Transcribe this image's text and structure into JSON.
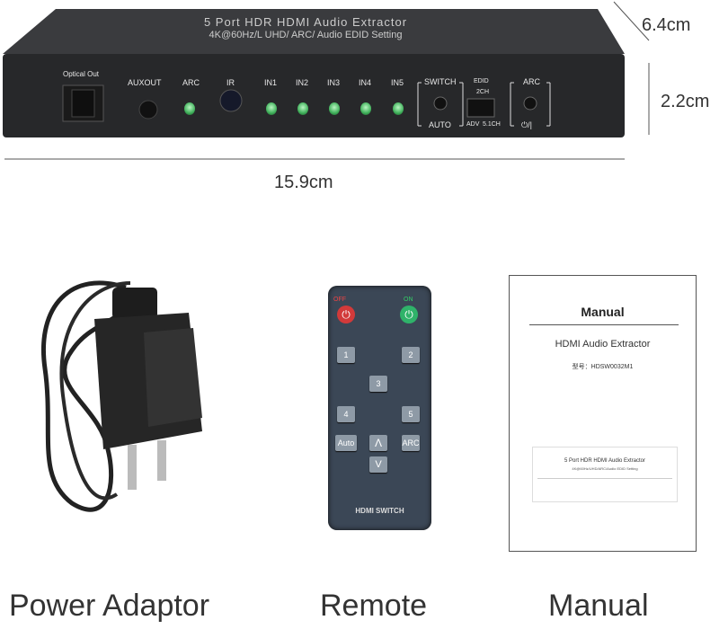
{
  "device": {
    "title_line1": "5 Port HDR HDMI Audio Extractor",
    "title_line2": "4K@60Hz/L UHD/ ARC/ Audio EDID Setting",
    "labels": {
      "optical_out": "Optical Out",
      "auxout": "AUXOUT",
      "arc": "ARC",
      "ir": "IR",
      "inputs": [
        "IN1",
        "IN2",
        "IN3",
        "IN4",
        "IN5"
      ],
      "switch": "SWITCH",
      "auto": "AUTO",
      "edid": "EDID",
      "edid_2ch": "2CH",
      "edid_adv": "ADV",
      "edid_51": "5.1CH",
      "arc_button": "ARC",
      "power_symbol": "⏻/|"
    },
    "led_color": "#3fb05a"
  },
  "dimensions": {
    "depth": "6.4cm",
    "height": "2.2cm",
    "width": "15.9cm"
  },
  "remote": {
    "off": "OFF",
    "on": "ON",
    "buttons": [
      "1",
      "2",
      "3",
      "4",
      "5",
      "Auto",
      "ARC"
    ],
    "up": "Λ",
    "down": "V",
    "brand": "HDMI SWITCH"
  },
  "manual": {
    "title": "Manual",
    "subtitle": "HDMI Audio Extractor",
    "model": "型号：HDSW0032M1",
    "thumb_line1": "5 Port HDR HDMI Audio Extractor",
    "thumb_line2": "4K@60Hz/UHD/ARC/Audio EDID Setting"
  },
  "captions": {
    "adaptor": "Power Adaptor",
    "remote": "Remote",
    "manual": "Manual"
  }
}
